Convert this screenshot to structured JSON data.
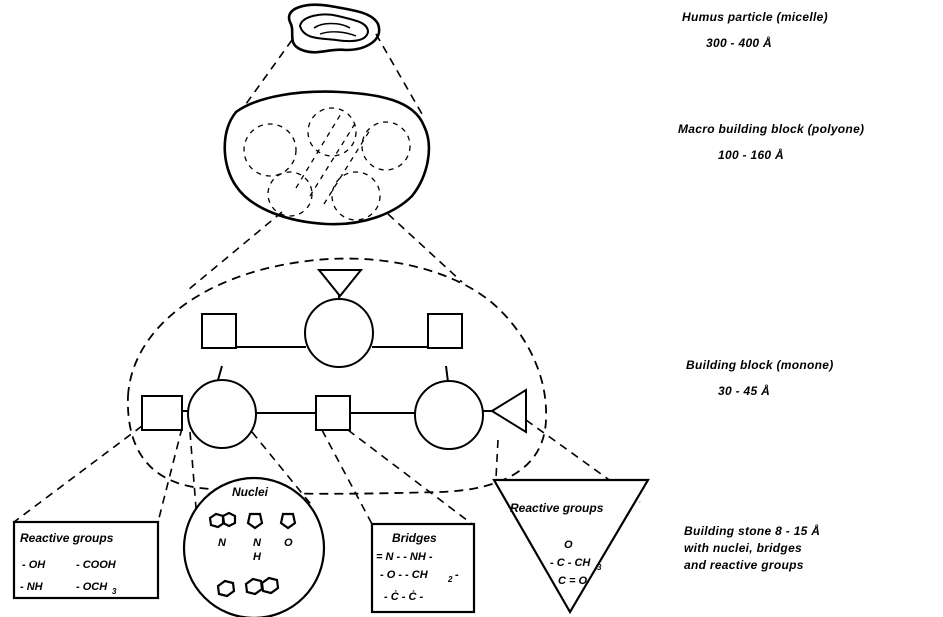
{
  "levels": {
    "humus": {
      "name": "Humus particle (micelle)",
      "size": "300 - 400 Å"
    },
    "macro": {
      "name": "Macro building block (polyone)",
      "size": "100 - 160 Å"
    },
    "block": {
      "name": "Building block (monone)",
      "size": "30 - 45 Å"
    },
    "stone": {
      "line1": "Building stone 8 - 15 Å",
      "line2": "with nuclei, bridges",
      "line3": "and reactive groups"
    }
  },
  "boxes": {
    "reactive_left": {
      "title": "Reactive groups",
      "r1a": "- OH",
      "r1b": "- COOH",
      "r2a": "- NH",
      "r2b": "- OCH",
      "r2b_sub": "3"
    },
    "nuclei": {
      "title": "Nuclei",
      "n1": "N",
      "n2": "N",
      "n2h": "H",
      "n3": "O"
    },
    "bridges": {
      "title": "Bridges",
      "l1": "= N - - NH -",
      "l2": "- O - - CH",
      "l2_sub": "2",
      "l2_end": " -",
      "l3": "- Ċ - Ċ -"
    },
    "reactive_right": {
      "title": "Reactive groups",
      "l1": "O",
      "l2": "- C - CH",
      "l2_sub": "3",
      "l3": "C = O"
    }
  }
}
